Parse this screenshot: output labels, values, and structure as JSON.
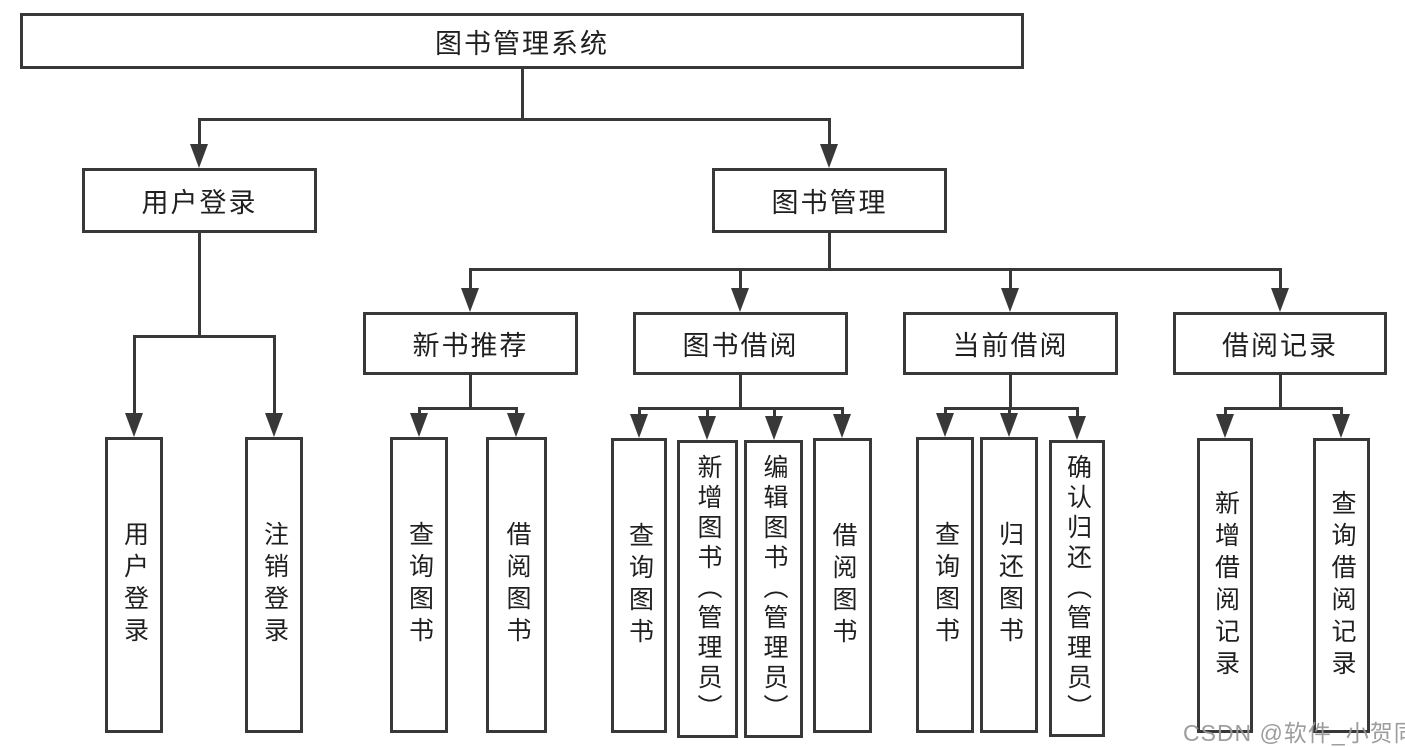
{
  "diagram": {
    "root": {
      "label": "图书管理系统"
    },
    "level2": {
      "user_login": {
        "label": "用户登录"
      },
      "book_management": {
        "label": "图书管理"
      }
    },
    "level3": {
      "new_book_recommend": {
        "label": "新书推荐"
      },
      "book_borrowing": {
        "label": "图书借阅"
      },
      "current_borrowing": {
        "label": "当前借阅"
      },
      "borrowing_records": {
        "label": "借阅记录"
      }
    },
    "leaves": {
      "user_login_v": {
        "label": "用户登录"
      },
      "logout_v": {
        "label": "注销登录"
      },
      "query_books_1": {
        "label": "查询图书"
      },
      "borrow_books_1": {
        "label": "借阅图书"
      },
      "query_books_2": {
        "label": "查询图书"
      },
      "add_book_admin": {
        "label": "新增图书（管理员）"
      },
      "edit_book_admin": {
        "label": "编辑图书（管理员）"
      },
      "borrow_books_2": {
        "label": "借阅图书"
      },
      "query_books_3": {
        "label": "查询图书"
      },
      "return_books": {
        "label": "归还图书"
      },
      "confirm_return_admin": {
        "label": "确认归还（管理员）"
      },
      "add_borrow_record": {
        "label": "新增借阅记录"
      },
      "query_borrow_record": {
        "label": "查询借阅记录"
      }
    }
  },
  "watermark": {
    "text": "CSDN @软件_小贺同学"
  },
  "colors": {
    "line": "#383838",
    "text": "#1f1f1f",
    "watermark": "#989898",
    "background": "#ffffff"
  }
}
